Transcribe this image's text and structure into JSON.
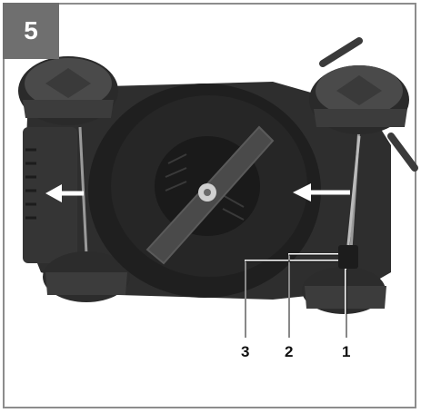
{
  "figure": {
    "step_number": "5",
    "callouts": [
      {
        "label": "3"
      },
      {
        "label": "2"
      },
      {
        "label": "1"
      }
    ]
  },
  "colors": {
    "frame": "#8c8c8c",
    "badge": "#6f6f6f",
    "arrow": "#ffffff",
    "mower_body": "#2b2b2b"
  },
  "icons": [
    "arrow-left-icon",
    "arrow-left-icon"
  ]
}
